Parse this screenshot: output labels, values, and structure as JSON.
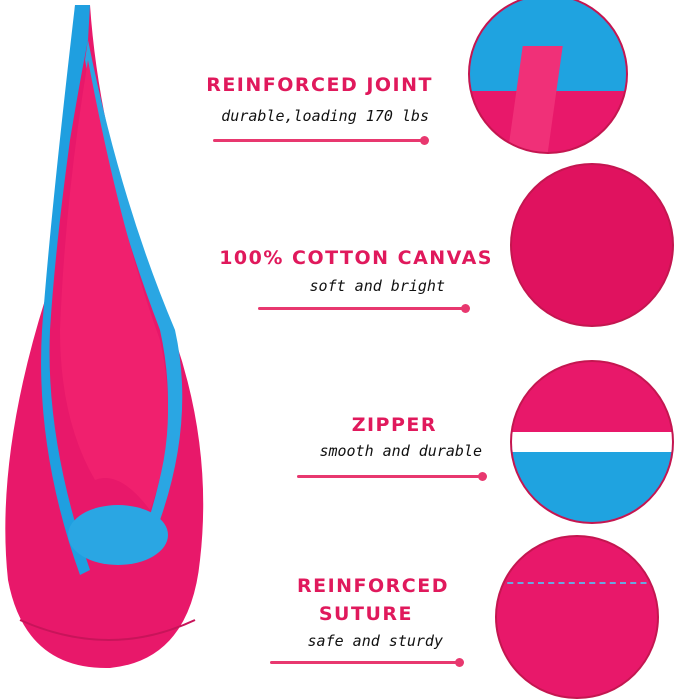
{
  "features": [
    {
      "title": "REINFORCED JOINT",
      "subtitle": "durable,loading 170 lbs"
    },
    {
      "title": "100% COTTON CANVAS",
      "subtitle": "soft and bright"
    },
    {
      "title": "ZIPPER",
      "subtitle": "smooth and durable"
    },
    {
      "title_line1": "REINFORCED",
      "title_line2": "SUTURE",
      "subtitle": "safe and sturdy"
    }
  ],
  "colors": {
    "pink": "#e0195c",
    "blue": "#1fa3e0",
    "accent": "#e8386f"
  }
}
